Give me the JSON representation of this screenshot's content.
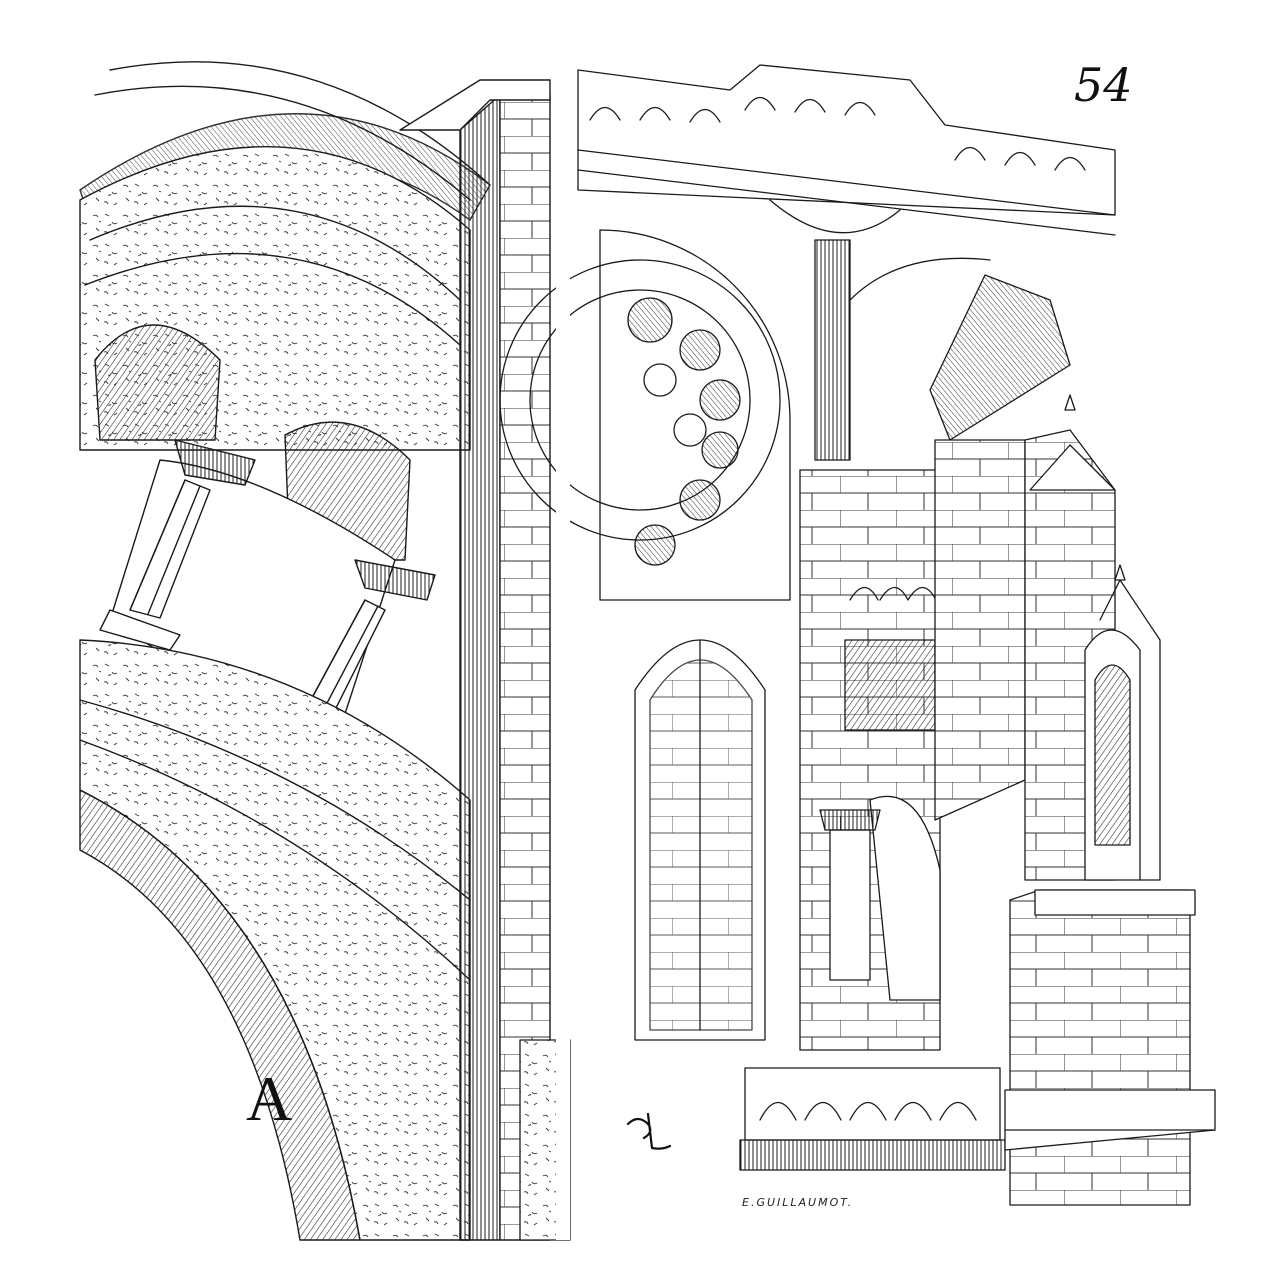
{
  "plate": {
    "number": "54",
    "figure_letter": "A",
    "engraver_signature": "E.GUILLAUMOT."
  },
  "colors": {
    "ink": "#1a1a1a",
    "paper": "#ffffff"
  },
  "icons": {
    "monogram": "engraver-monogram-mark"
  }
}
